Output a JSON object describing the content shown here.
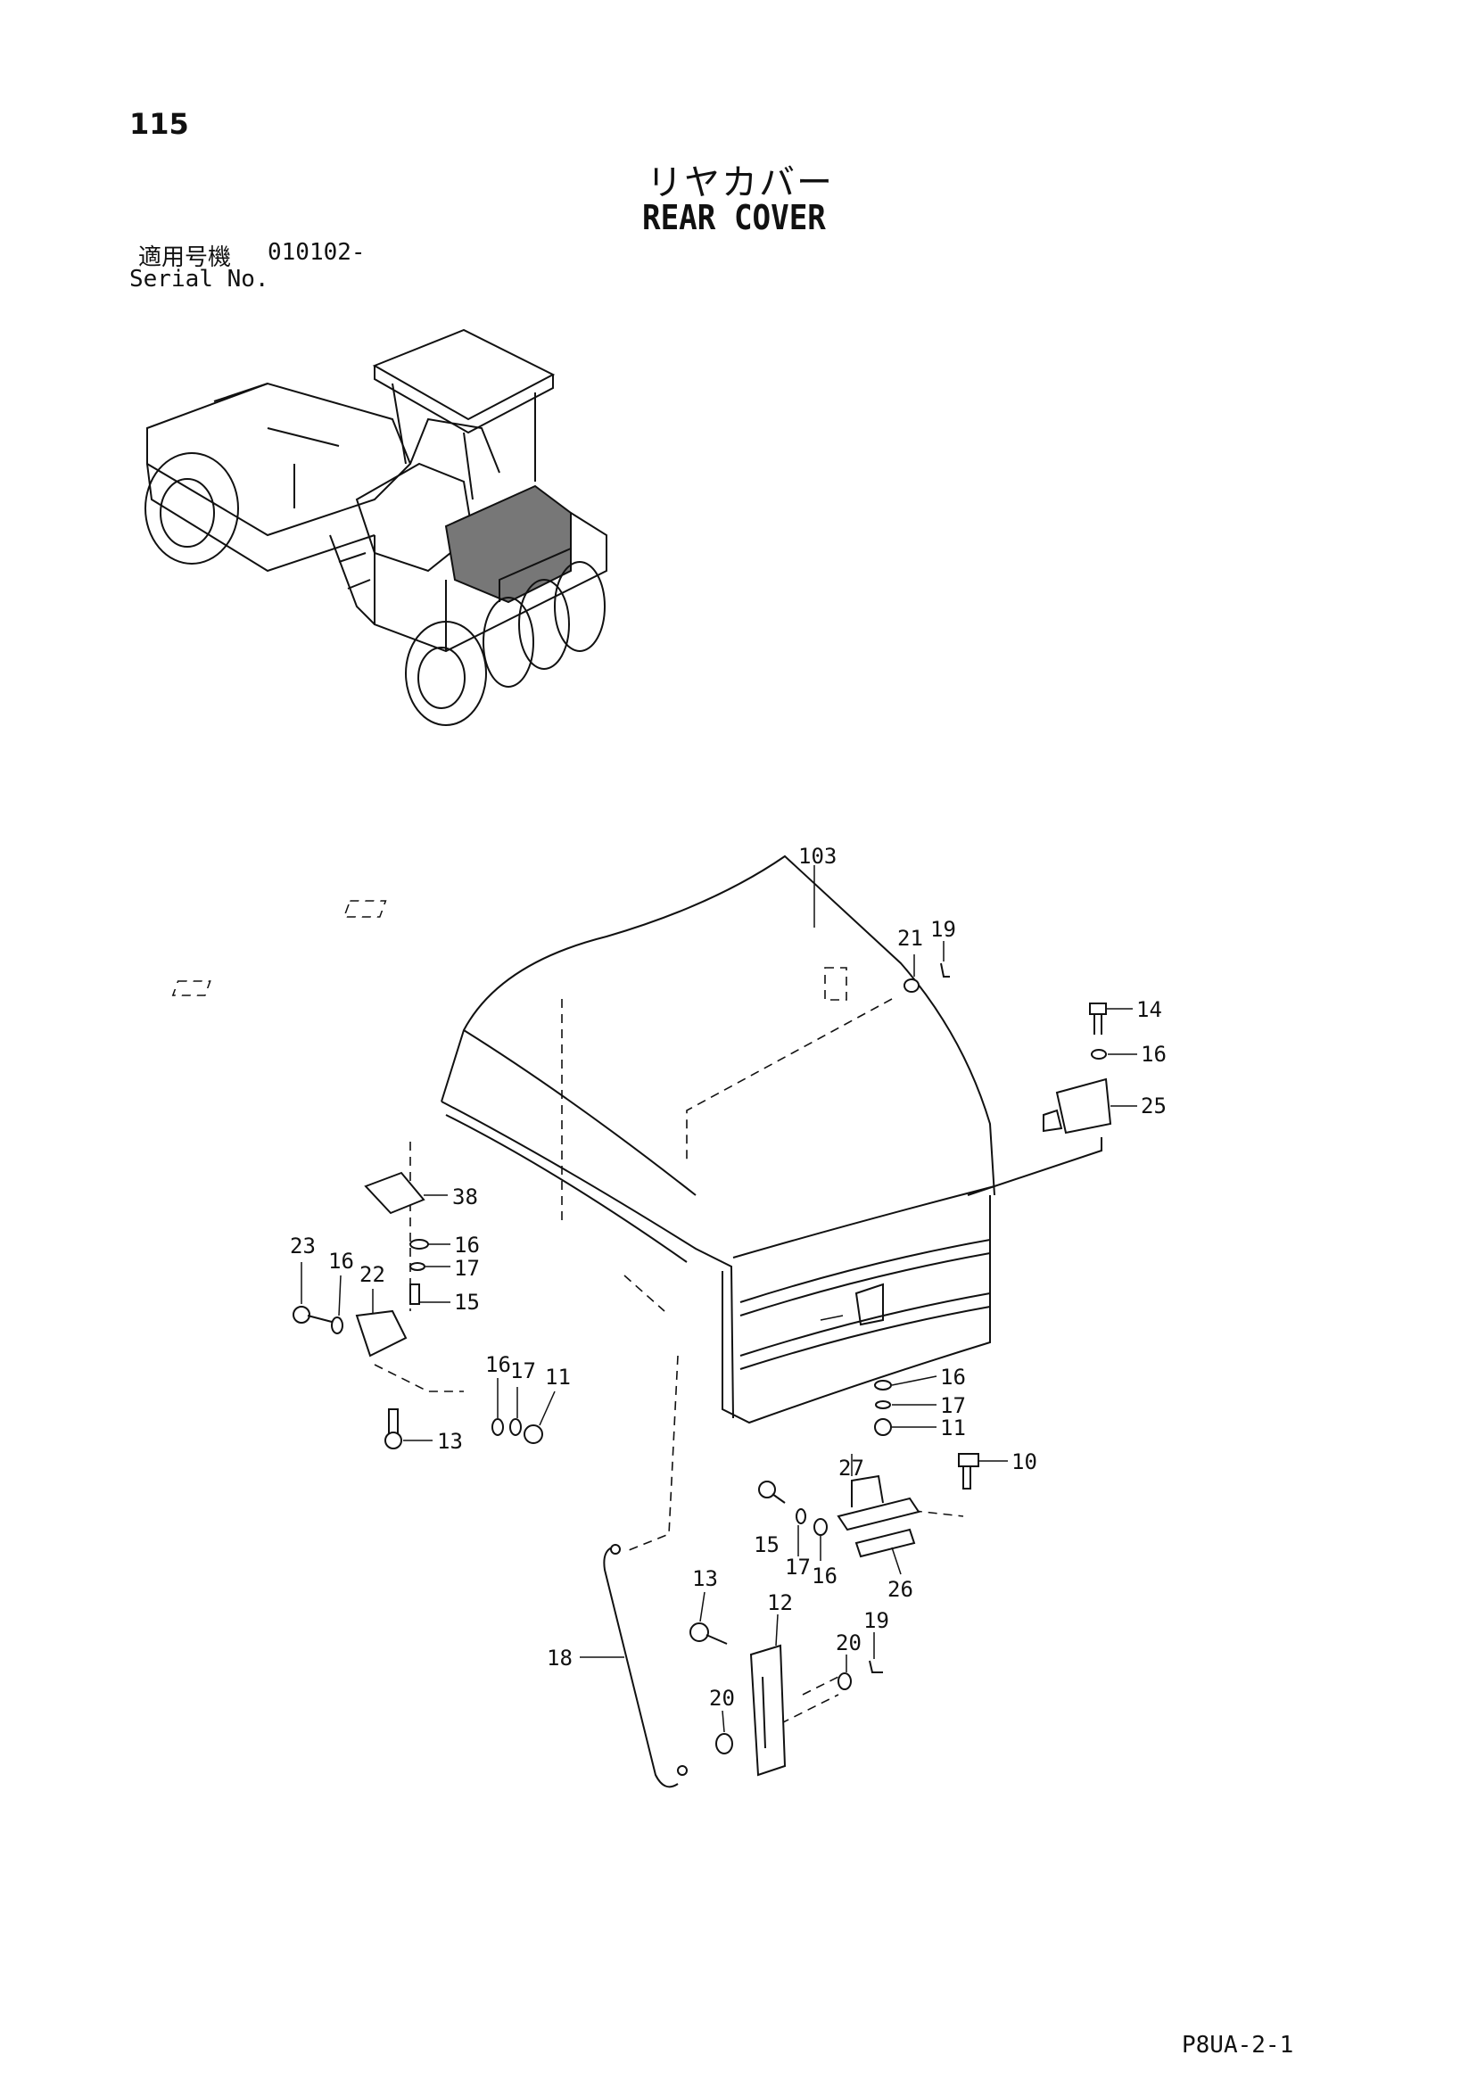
{
  "page_number": "115",
  "title_jp": "リヤカバー",
  "title_en": "REAR COVER",
  "serial_label_jp": "適用号機",
  "serial_value": "010102-",
  "serial_label_en": "Serial No.",
  "sheet_code": "P8UA-2-1",
  "callouts": {
    "c103": "103",
    "c21": "21",
    "c19a": "19",
    "c14": "14",
    "c16a": "16",
    "c25": "25",
    "c38": "38",
    "c16b": "16",
    "c17a": "17",
    "c15a": "15",
    "c23": "23",
    "c16c": "16",
    "c22": "22",
    "c16d": "16",
    "c17b": "17",
    "c11a": "11",
    "c13a": "13",
    "c16e": "16",
    "c17c": "17",
    "c11b": "11",
    "c10": "10",
    "c27": "27",
    "c15b": "15",
    "c17d": "17",
    "c16f": "16",
    "c26": "26",
    "c13b": "13",
    "c12": "12",
    "c20a": "20",
    "c19b": "19",
    "c18": "18",
    "c20b": "20"
  }
}
